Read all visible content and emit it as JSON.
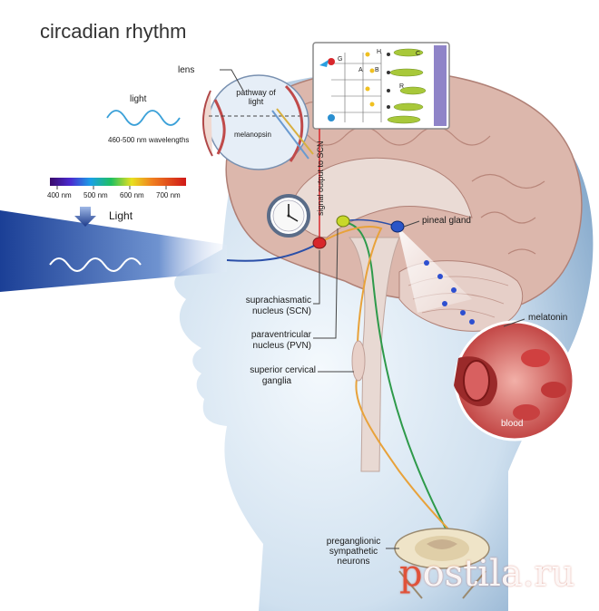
{
  "title": "circadian rhythm",
  "labels": {
    "lens": "lens",
    "light_small": "light",
    "pathway_line1": "pathway of",
    "pathway_line2": "light",
    "melanopsin": "melanopsin",
    "wavelengths": "460-500 nm wavelengths",
    "spectrum": [
      "400 nm",
      "500 nm",
      "600 nm",
      "700 nm"
    ],
    "light_big": "Light",
    "signal_output": "signal output to SCN",
    "pineal_gland": "pineal gland",
    "scn_line1": "suprachiasmatic",
    "scn_line2": "nucleus (SCN)",
    "pvn_line1": "paraventricular",
    "pvn_line2": "nucleus (PVN)",
    "scg_line1": "superior cervical",
    "scg_line2": "ganglia",
    "melatonin": "melatonin",
    "blood": "blood",
    "pre_line1": "preganglionic",
    "pre_line2": "sympathetic",
    "pre_line3": "neurons",
    "retina_letters": [
      "G",
      "A",
      "B",
      "H",
      "R",
      "C"
    ]
  },
  "watermark": "postila.ru",
  "colors": {
    "title": "#333333",
    "scn": "#d8262b",
    "pvn": "#c8d82a",
    "pineal": "#2a55c8",
    "pathway_green": "#2e9a4a",
    "pathway_orange": "#e8a23a",
    "pathway_blue": "#2a4fa8",
    "melatonin_dots": "#2d4fd0",
    "blood": "#c8323a",
    "skin": "#d9e8f4",
    "brain": "#d9b8ad"
  }
}
